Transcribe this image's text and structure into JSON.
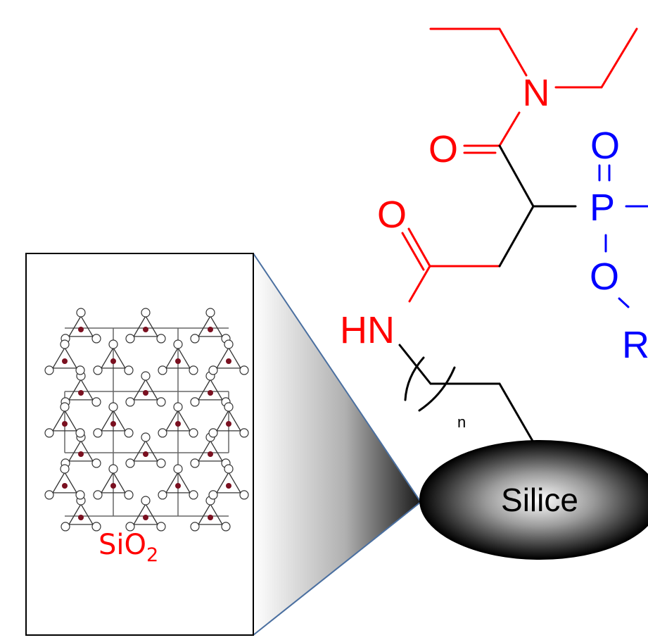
{
  "molecule": {
    "atoms": {
      "n_amine": "N",
      "o_amide_top": "O",
      "o_phosphoryl": "O",
      "p": "P",
      "o_ester": "O",
      "r_group": "R",
      "o_amide_bottom": "O",
      "hn": "HN"
    },
    "repeat_subscript": "n"
  },
  "support": {
    "label": "Silice"
  },
  "inset": {
    "formula_base": "SiO",
    "formula_subscript": "2"
  },
  "colors": {
    "amide_group": "#ff0000",
    "phosphonate_group": "#0000ff",
    "backbone": "#000000",
    "inset_border": "#000000",
    "zoom_lines": "#4a6fa0"
  }
}
